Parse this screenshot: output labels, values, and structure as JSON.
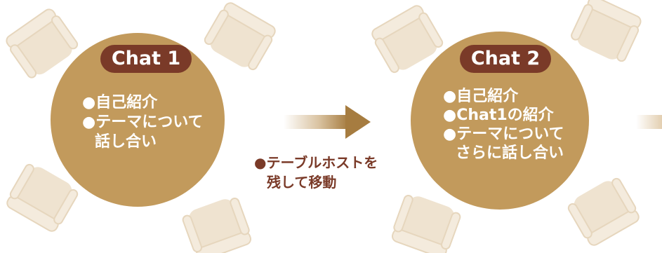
{
  "tables": [
    {
      "title": "Chat 1",
      "items": [
        "●自己紹介",
        "●テーマについて",
        "話し合い"
      ]
    },
    {
      "title": "Chat 2",
      "items": [
        "●自己紹介",
        "●Chat1の紹介",
        "●テーマについて",
        "さらに話し合い"
      ]
    }
  ],
  "transition": {
    "lines": [
      "●テーブルホストを",
      "残して移動"
    ]
  },
  "colors": {
    "table": "#c29a5c",
    "pill": "#7a3a28",
    "chair": "#efe3d0",
    "arrow": "#b08a4a",
    "text_accent": "#7a3a28"
  }
}
